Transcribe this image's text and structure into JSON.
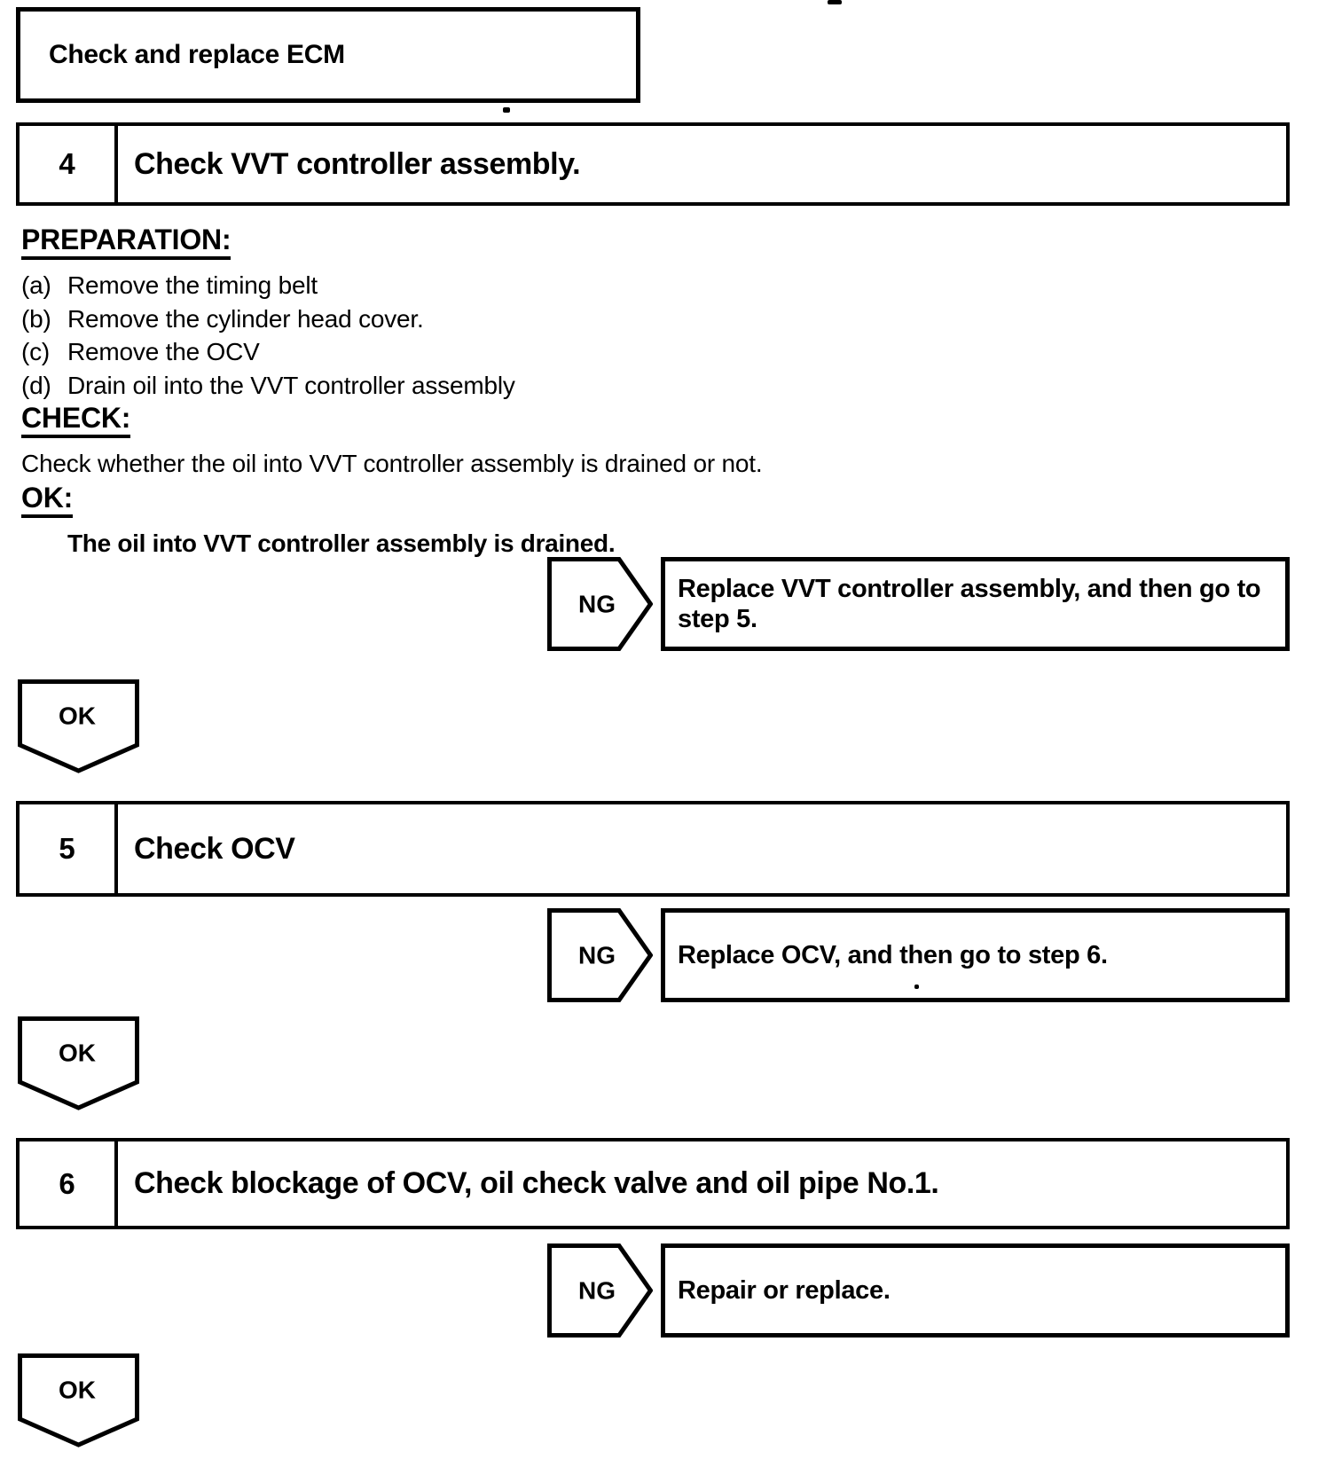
{
  "colors": {
    "ink": "#000000",
    "paper": "#ffffff"
  },
  "header_box": {
    "label": "Check and replace ECM"
  },
  "steps": [
    {
      "number": "4",
      "title": "Check VVT controller assembly."
    },
    {
      "number": "5",
      "title": "Check OCV"
    },
    {
      "number": "6",
      "title": "Check blockage of OCV, oil check valve and oil pipe No.1."
    }
  ],
  "procedure": {
    "preparation_heading": "PREPARATION:",
    "preparation_items": [
      {
        "label": "(a)",
        "text": "Remove the timing belt"
      },
      {
        "label": "(b)",
        "text": "Remove the cylinder head cover."
      },
      {
        "label": "(c)",
        "text": "Remove the OCV"
      },
      {
        "label": "(d)",
        "text": "Drain oil into the VVT controller assembly"
      }
    ],
    "check_heading": "CHECK:",
    "check_text": "Check whether the oil into VVT controller assembly is drained or not.",
    "ok_heading": "OK:",
    "ok_text": "The oil into VVT controller assembly is drained."
  },
  "branches": [
    {
      "label": "NG",
      "action": "Replace VVT controller assembly, and then go to step 5."
    },
    {
      "label": "NG",
      "action": "Replace OCV, and then go to step 6."
    },
    {
      "label": "NG",
      "action": "Repair or replace."
    }
  ],
  "connectors": [
    {
      "label": "OK"
    },
    {
      "label": "OK"
    },
    {
      "label": "OK"
    }
  ]
}
